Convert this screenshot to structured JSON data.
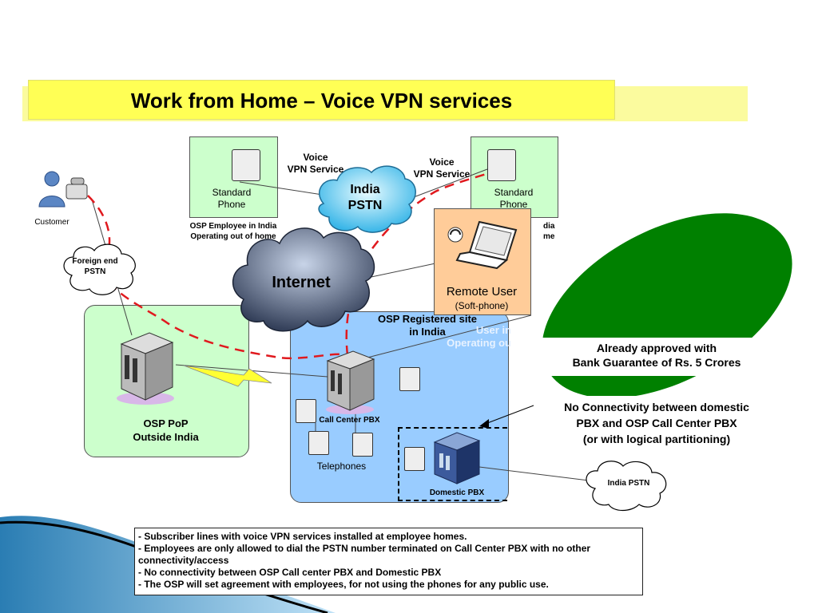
{
  "title": "Work from Home – Voice VPN services",
  "customer": {
    "label": "Customer"
  },
  "foreign_pstn": {
    "label": "Foreign end PSTN"
  },
  "india_pstn_cloud": {
    "label": "India PSTN"
  },
  "internet_cloud": {
    "label": "Internet"
  },
  "india_pstn_small": {
    "label": "India PSTN"
  },
  "vpn_left": {
    "line1": "Voice",
    "line2": "VPN Service"
  },
  "vpn_right": {
    "line1": "Voice",
    "line2": "VPN Service"
  },
  "left_home": {
    "phone_line1": "Standard",
    "phone_line2": "Phone",
    "caption_line1": "OSP Employee in India",
    "caption_line2": "Operating out of home"
  },
  "right_home": {
    "phone_line1": "Standard",
    "phone_line2": "Phone",
    "caption_line1": "dia",
    "caption_line2": "me"
  },
  "remote_user": {
    "label": "Remote User",
    "sublabel": "(Soft-phone)"
  },
  "osp_pop": {
    "line1": "OSP PoP",
    "line2": "Outside India"
  },
  "osp_site": {
    "line1": "OSP Registered site",
    "line2": "in India",
    "ghost1": "User in",
    "ghost2": "Operating ou"
  },
  "call_center_pbx": {
    "label": "Call Center PBX"
  },
  "telephones": {
    "label": "Telephones"
  },
  "domestic_pbx": {
    "label": "Domestic PBX"
  },
  "approved": {
    "line1": "Already approved with",
    "line2": "Bank Guarantee of Rs. 5 Crores"
  },
  "no_conn": {
    "line1": "No Connectivity between domestic",
    "line2": "PBX and OSP Call Center PBX",
    "line3": "(or with logical partitioning)"
  },
  "notes": [
    "- Subscriber lines with voice VPN services installed at employee homes.",
    "- Employees are only allowed to dial the PSTN number terminated on Call Center PBX with no other connectivity/access",
    "- No connectivity between OSP Call center PBX and Domestic PBX",
    "- The OSP will set agreement with employees, for not using the phones for any public use."
  ],
  "colors": {
    "title_bg": "#ffff55",
    "green_box": "#ccffcc",
    "blue_site": "#99ccff",
    "remote_bg": "#ffcc99",
    "dashed_path": "#e0191e",
    "ellipse": "#008000"
  }
}
